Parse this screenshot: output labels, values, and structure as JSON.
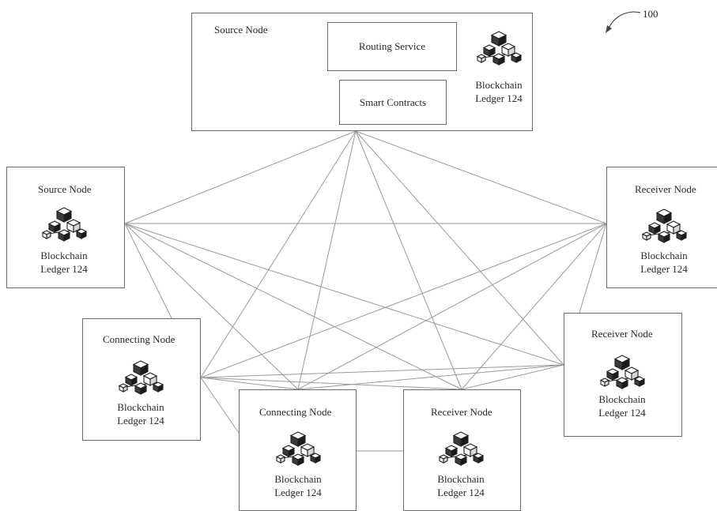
{
  "figure_ref": "100",
  "source_main": {
    "title": "Source Node",
    "routing": "Routing Service",
    "contracts": "Smart Contracts",
    "ledger_line1": "Blockchain",
    "ledger_line2": "Ledger 124"
  },
  "nodes": [
    {
      "id": "source-left",
      "title": "Source Node",
      "ledger_line1": "Blockchain",
      "ledger_line2": "Ledger 124"
    },
    {
      "id": "receiver-right-top",
      "title": "Receiver Node",
      "ledger_line1": "Blockchain",
      "ledger_line2": "Ledger 124"
    },
    {
      "id": "connecting-left",
      "title": "Connecting Node",
      "ledger_line1": "Blockchain",
      "ledger_line2": "Ledger 124"
    },
    {
      "id": "receiver-right-mid",
      "title": "Receiver Node",
      "ledger_line1": "Blockchain",
      "ledger_line2": "Ledger 124"
    },
    {
      "id": "connecting-bottom",
      "title": "Connecting Node",
      "ledger_line1": "Blockchain",
      "ledger_line2": "Ledger 124"
    },
    {
      "id": "receiver-bottom",
      "title": "Receiver Node",
      "ledger_line1": "Blockchain",
      "ledger_line2": "Ledger 124"
    }
  ],
  "icon_name": "blockchain-cubes-icon",
  "colors": {
    "line": "#9a9a9a",
    "border": "#6b6b6b",
    "text": "#2a2a2a"
  }
}
